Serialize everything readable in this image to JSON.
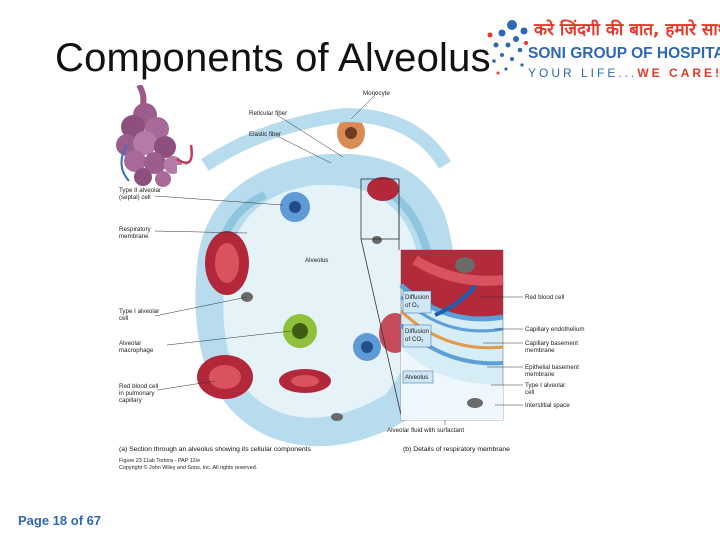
{
  "slide": {
    "title": "Components of Alveolus",
    "page": "Page 18 of 67"
  },
  "logo": {
    "hindi_text": "करे जिंदगी की बात, हमारे साथ",
    "name": "SONI GROUP OF HOSPITALS",
    "tagline_prefix": "YOUR LIFE...",
    "tagline_suffix": "WE CARE!",
    "colors": {
      "red": "#e23a2b",
      "blue": "#2d68b3"
    }
  },
  "figure": {
    "labels": {
      "monocyte": "Monocyte",
      "reticular_fiber": "Reticular fiber",
      "elastic_fiber": "Elastic fiber",
      "type2_line1": "Type II alveolar",
      "type2_line2": "(septal) cell",
      "respiratory_line1": "Respiratory",
      "respiratory_line2": "membrane",
      "alveolus": "Alveolus",
      "type1_line1": "Type I alveolar",
      "type1_line2": "cell",
      "macrophage_line1": "Alveolar",
      "macrophage_line2": "macrophage",
      "rbc_line1": "Red blood cell",
      "rbc_line2": "in pulmonary",
      "rbc_line3": "capillary",
      "diffusion_o2_line1": "Diffusion",
      "diffusion_o2_line2": "of O₂",
      "diffusion_co2_line1": "Diffusion",
      "diffusion_co2_line2": "of CO₂",
      "alveolus_detail": "Alveolus",
      "red_blood_cell": "Red blood cell",
      "capillary_endothelium": "Capillary endothelium",
      "capillary_bm_line1": "Capillary basement",
      "capillary_bm_line2": "membrane",
      "epithelial_bm_line1": "Epithelial basement",
      "epithelial_bm_line2": "membrane",
      "type1_detail_line1": "Type I alveolar",
      "type1_detail_line2": "cell",
      "interstitial_space": "Interstitial space",
      "alveolar_fluid": "Alveolar fluid with surfactant"
    },
    "captions": {
      "a": "(a) Section through an alveolus showing its cellular components",
      "b": "(b) Details of respiratory membrane",
      "credit1": "Figure 23.11ab Tortora - PAP 12/e",
      "credit2": "Copyright © John Wiley and Sons, Inc. All rights reserved."
    }
  }
}
